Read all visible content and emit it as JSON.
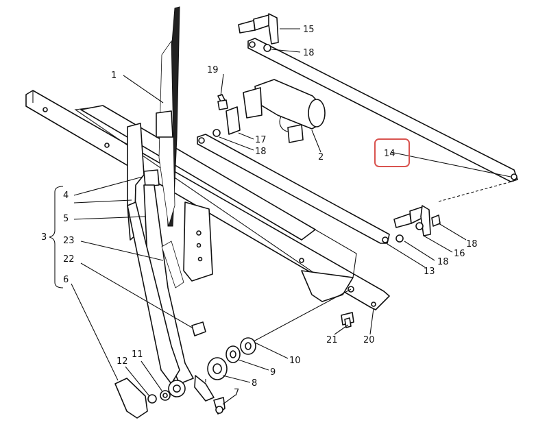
{
  "diagram": {
    "parts": [
      {
        "id": "1",
        "label": "1"
      },
      {
        "id": "2",
        "label": "2"
      },
      {
        "id": "3",
        "label": "3"
      },
      {
        "id": "4",
        "label": "4"
      },
      {
        "id": "5",
        "label": "5"
      },
      {
        "id": "6",
        "label": "6"
      },
      {
        "id": "7",
        "label": "7"
      },
      {
        "id": "8",
        "label": "8"
      },
      {
        "id": "9",
        "label": "9"
      },
      {
        "id": "10",
        "label": "10"
      },
      {
        "id": "11",
        "label": "11"
      },
      {
        "id": "12",
        "label": "12"
      },
      {
        "id": "13",
        "label": "13"
      },
      {
        "id": "14",
        "label": "14",
        "highlighted": true
      },
      {
        "id": "15",
        "label": "15"
      },
      {
        "id": "16",
        "label": "16"
      },
      {
        "id": "17",
        "label": "17"
      },
      {
        "id": "18a",
        "label": "18"
      },
      {
        "id": "18b",
        "label": "18"
      },
      {
        "id": "18c",
        "label": "18"
      },
      {
        "id": "18d",
        "label": "18"
      },
      {
        "id": "19",
        "label": "19"
      },
      {
        "id": "20",
        "label": "20"
      },
      {
        "id": "21",
        "label": "21"
      },
      {
        "id": "22",
        "label": "22"
      },
      {
        "id": "23",
        "label": "23"
      }
    ],
    "highlight_color": "#d9534f"
  }
}
